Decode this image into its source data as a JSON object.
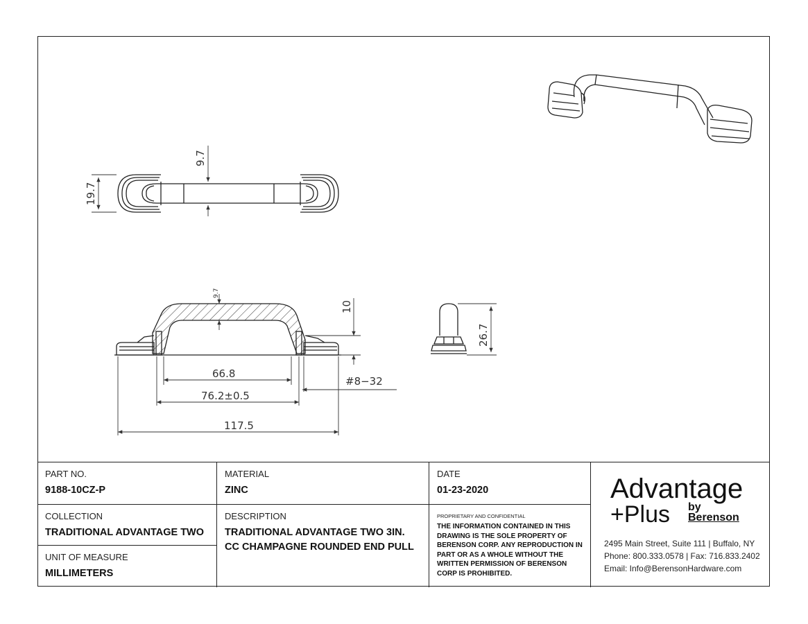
{
  "dimensions": {
    "top_width": "19.7",
    "top_height": "9.7",
    "front_thickness": "9.7",
    "front_clearance": "10",
    "inner_span": "66.8",
    "center_to_center": "76.2±0.5",
    "overall_length": "117.5",
    "screw": "#8−32",
    "side_height": "26.7"
  },
  "title_block": {
    "part_no_label": "PART NO.",
    "part_no": "9188-10CZ-P",
    "material_label": "MATERIAL",
    "material": "ZINC",
    "date_label": "DATE",
    "date": "01-23-2020",
    "collection_label": "COLLECTION",
    "collection": "TRADITIONAL ADVANTAGE TWO",
    "description_label": "DESCRIPTION",
    "description_line1": "TRADITIONAL ADVANTAGE TWO 3IN.",
    "description_line2": "CC CHAMPAGNE ROUNDED END PULL",
    "unit_label": "UNIT OF MEASURE",
    "unit": "MILLIMETERS",
    "proprietary_heading": "PROPRIETARY AND CONFIDENTIAL",
    "proprietary_text": "THE INFORMATION CONTAINED IN THIS DRAWING IS THE SOLE PROPERTY OF BERENSON CORP. ANY REPRODUCTION IN PART OR AS A WHOLE WITHOUT THE WRITTEN PERMISSION OF BERENSON CORP IS PROHIBITED."
  },
  "brand": {
    "line1": "Advantage",
    "line2": "+Plus",
    "by": "by",
    "company": "Berenson",
    "address": "2495 Main Street, Suite 111 | Buffalo, NY",
    "phone": "Phone: 800.333.0578 | Fax: 716.833.2402",
    "email": "Email: Info@BerensonHardware.com"
  }
}
